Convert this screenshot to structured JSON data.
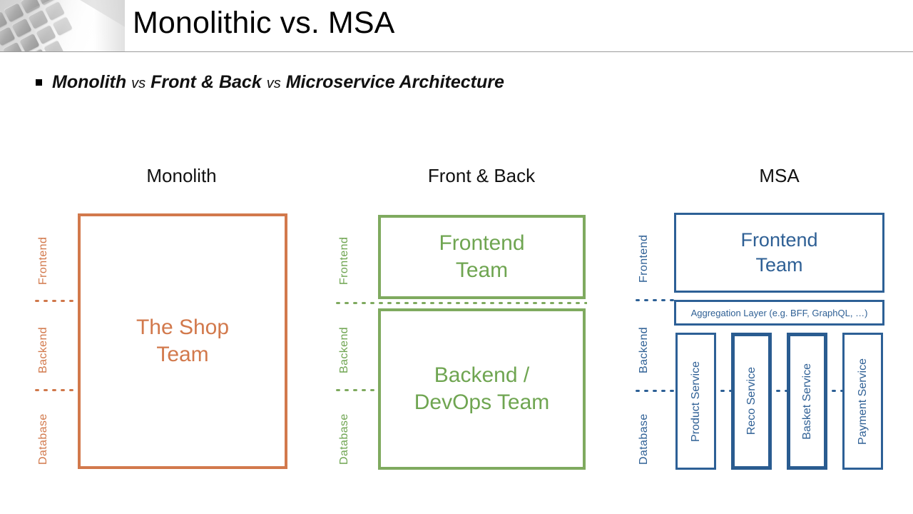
{
  "slide": {
    "title": "Monolithic vs. MSA",
    "bullet": {
      "part1": "Monolith",
      "sep1": "vs",
      "part2": "Front & Back",
      "sep2": "vs",
      "part3": "Microservice Architecture"
    }
  },
  "colors": {
    "monolith": "#d2794c",
    "frontback": "#7faa5f",
    "msa": "#2d6096",
    "rule": "#9b9b9b",
    "text": "#111111"
  },
  "axis": {
    "frontend": "Frontend",
    "backend": "Backend",
    "database": "Database"
  },
  "columns": [
    {
      "id": "monolith",
      "title": "Monolith",
      "accent": "#d2794c",
      "boxes": [
        {
          "label": "The Shop\nTeam",
          "line1": "The Shop",
          "line2": "Team"
        }
      ]
    },
    {
      "id": "front-and-back",
      "title": "Front & Back",
      "accent": "#7faa5f",
      "boxes": [
        {
          "line1": "Frontend",
          "line2": "Team"
        },
        {
          "line1": "Backend /",
          "line2": "DevOps Team"
        }
      ]
    },
    {
      "id": "msa",
      "title": "MSA",
      "accent": "#2d6096",
      "frontend_box": {
        "line1": "Frontend",
        "line2": "Team"
      },
      "aggregation_layer": "Aggregation Layer (e.g. BFF, GraphQL, …)",
      "services": [
        {
          "name": "Product Service",
          "emphasis": "thin"
        },
        {
          "name": "Reco Service",
          "emphasis": "thick"
        },
        {
          "name": "Basket Service",
          "emphasis": "thick"
        },
        {
          "name": "Payment Service",
          "emphasis": "thin"
        }
      ]
    }
  ]
}
